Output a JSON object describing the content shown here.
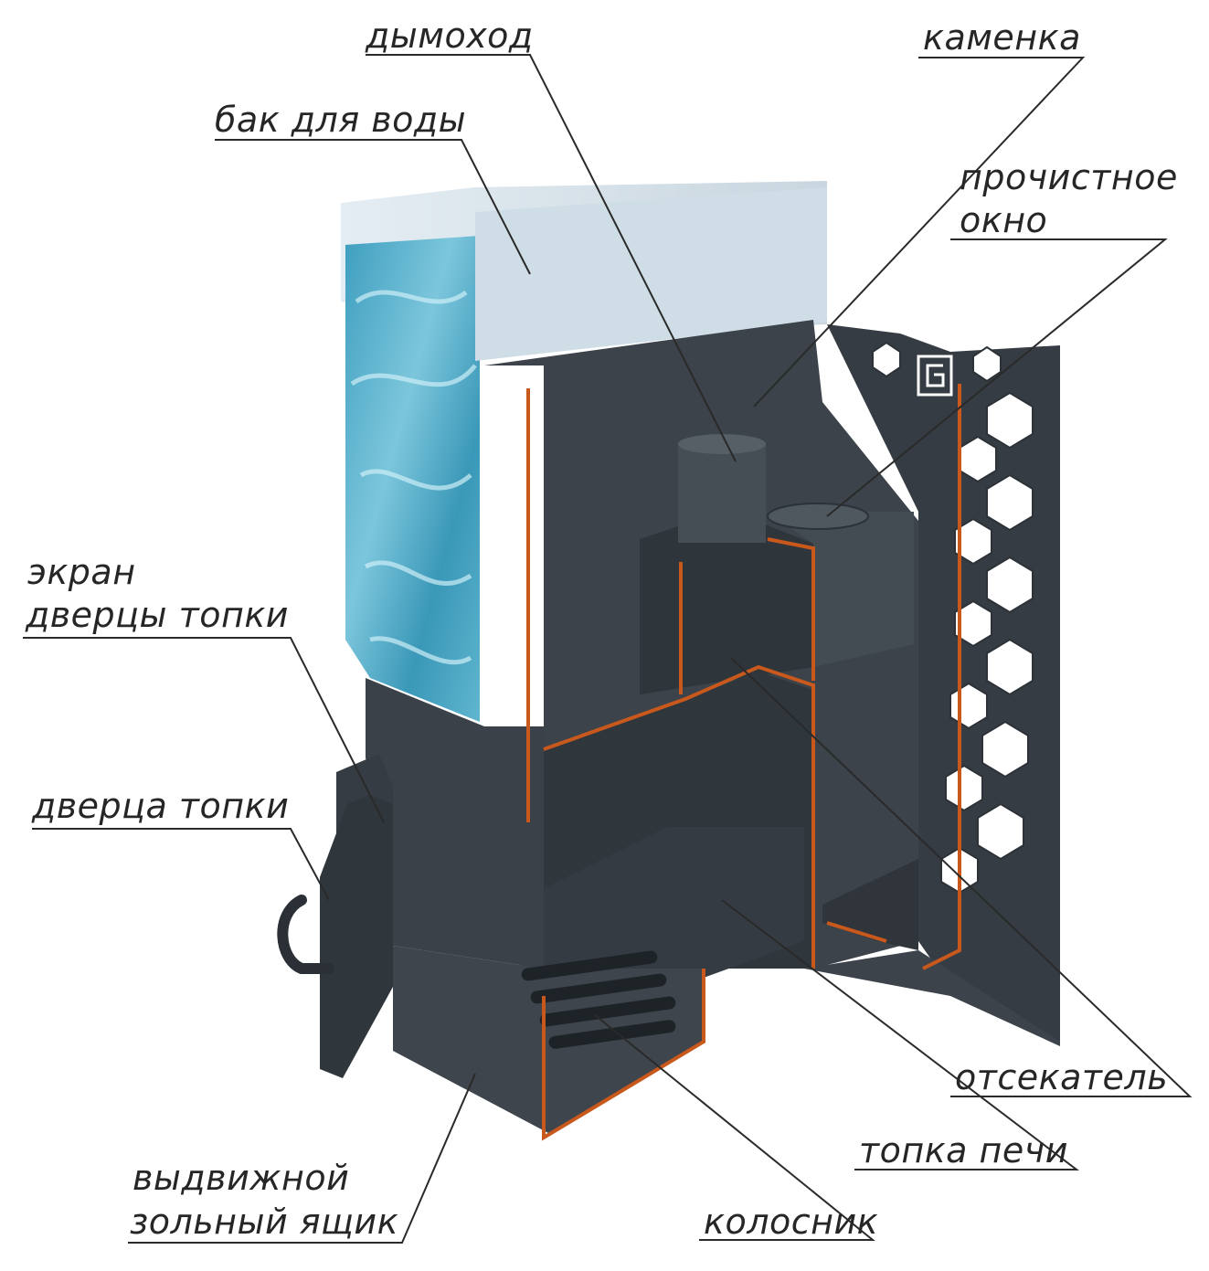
{
  "labels": {
    "chimney": "дымоход",
    "heater_stones": "каменка",
    "water_tank": "бак для воды",
    "cleanout_window_1": "прочистное",
    "cleanout_window_2": "окно",
    "door_screen_1": "экран",
    "door_screen_2": "дверцы топки",
    "firebox_door": "дверца топки",
    "cutoff": "отсекатель",
    "firebox": "топка печи",
    "ash_drawer_1": "выдвижной",
    "ash_drawer_2": "зольный ящик",
    "grate": "колосник"
  },
  "colors": {
    "steel": "#3a4149",
    "steel_dark": "#2c3238",
    "steel_light": "#4a525a",
    "cut_edge": "#c8581c",
    "water": "#4aa8c4",
    "tank_metal": "#d9e3ea",
    "leader_line": "#2a2a2a"
  }
}
